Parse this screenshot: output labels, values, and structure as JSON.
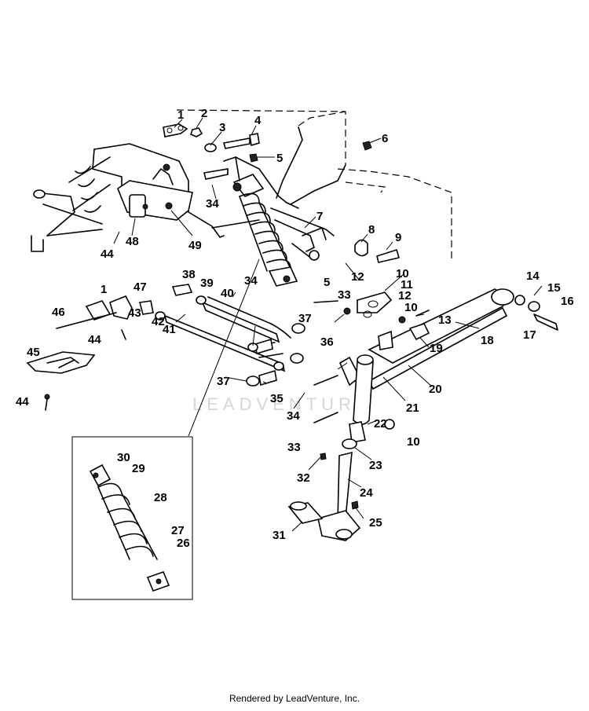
{
  "diagram": {
    "callouts": [
      "1",
      "2",
      "3",
      "4",
      "5",
      "6",
      "7",
      "8",
      "9",
      "10",
      "11",
      "12",
      "13",
      "14",
      "15",
      "16",
      "17",
      "18",
      "19",
      "20",
      "21",
      "22",
      "23",
      "24",
      "25",
      "26",
      "27",
      "28",
      "29",
      "30",
      "31",
      "32",
      "33",
      "34",
      "35",
      "36",
      "37",
      "38",
      "39",
      "40",
      "41",
      "42",
      "43",
      "44",
      "45",
      "46",
      "47",
      "48",
      "49"
    ],
    "watermark": "LEADVENTURE"
  },
  "footer": {
    "text": "Rendered by LeadVenture, Inc."
  }
}
